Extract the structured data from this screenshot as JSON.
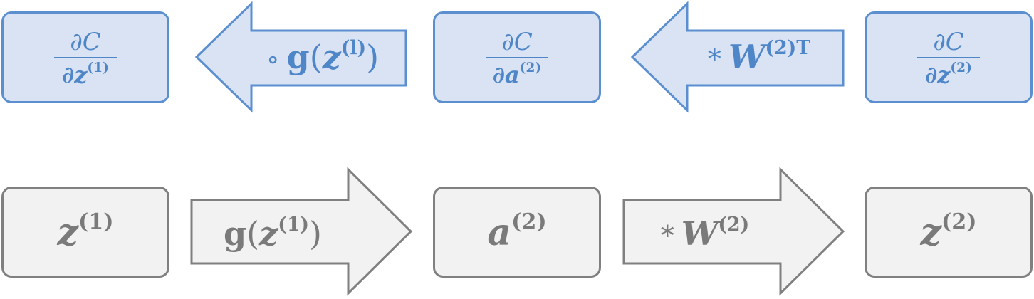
{
  "backward_row": {
    "box_left": {
      "numerator": "∂C",
      "denominator": "∂z",
      "superscript": "(1)"
    },
    "arrow_left": {
      "operator": "∘",
      "func": "g",
      "open": "(",
      "var": "z",
      "superscript": "(l)",
      "close": ")"
    },
    "box_middle": {
      "numerator": "∂C",
      "denominator": "∂a",
      "superscript": "(2)"
    },
    "arrow_right": {
      "operator": "*",
      "var": "W",
      "superscript": "(2)T"
    },
    "box_right": {
      "numerator": "∂C",
      "denominator": "∂z",
      "superscript": "(2)"
    }
  },
  "forward_row": {
    "box_left": {
      "var": "z",
      "superscript": "(1)"
    },
    "arrow_left": {
      "func": "g",
      "open": "(",
      "var": "z",
      "superscript": "(1)",
      "close": ")"
    },
    "box_middle": {
      "var": "a",
      "superscript": "(2)"
    },
    "arrow_right": {
      "operator": "*",
      "var": "W",
      "superscript": "(2)"
    },
    "box_right": {
      "var": "z",
      "superscript": "(2)"
    }
  },
  "colors": {
    "backward_fill": "#dae3f3",
    "backward_stroke": "#5b8fd0",
    "backward_text": "#4f86c8",
    "forward_fill": "#f2f2f2",
    "forward_stroke": "#808080",
    "forward_text": "#7a7a7a"
  }
}
